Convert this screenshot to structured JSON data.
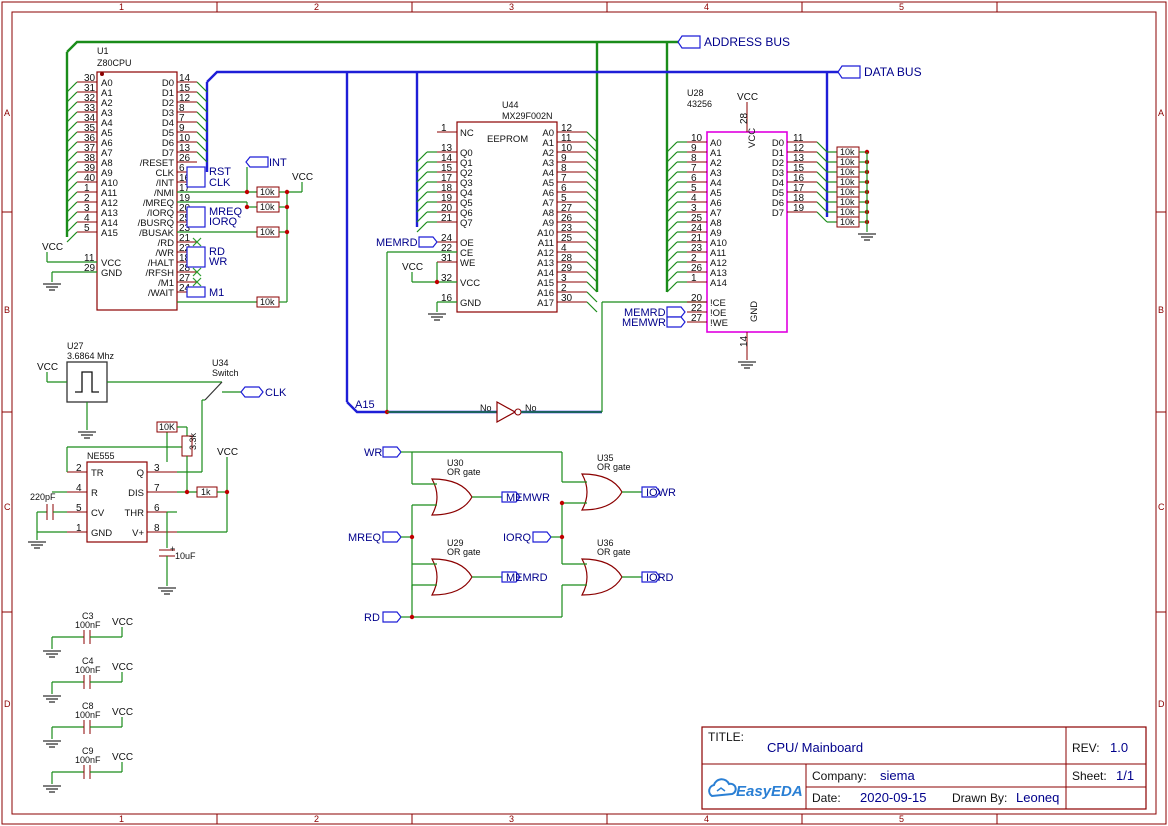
{
  "title_block": {
    "title_label": "TITLE:",
    "title": "CPU/ Mainboard",
    "rev_label": "REV:",
    "rev": "1.0",
    "company_label": "Company:",
    "company": "siema",
    "sheet_label": "Sheet:",
    "sheet": "1/1",
    "date_label": "Date:",
    "date": "2020-09-15",
    "drawn_label": "Drawn By:",
    "drawn_by": "Leoneq",
    "brand": "EasyEDA"
  },
  "rulers": {
    "columns": [
      "1",
      "2",
      "3",
      "4",
      "5"
    ],
    "rows": [
      "A",
      "B",
      "C",
      "D"
    ]
  },
  "buses": {
    "address": "ADDRESS BUS",
    "data": "DATA BUS"
  },
  "u1": {
    "ref": "U1",
    "part": "Z80CPU",
    "left_pins": [
      {
        "num": "30",
        "name": "A0"
      },
      {
        "num": "31",
        "name": "A1"
      },
      {
        "num": "32",
        "name": "A2"
      },
      {
        "num": "33",
        "name": "A3"
      },
      {
        "num": "34",
        "name": "A4"
      },
      {
        "num": "35",
        "name": "A5"
      },
      {
        "num": "36",
        "name": "A6"
      },
      {
        "num": "37",
        "name": "A7"
      },
      {
        "num": "38",
        "name": "A8"
      },
      {
        "num": "39",
        "name": "A9"
      },
      {
        "num": "40",
        "name": "A10"
      },
      {
        "num": "1",
        "name": "A11"
      },
      {
        "num": "2",
        "name": "A12"
      },
      {
        "num": "3",
        "name": "A13"
      },
      {
        "num": "4",
        "name": "A14"
      },
      {
        "num": "5",
        "name": "A15"
      }
    ],
    "power_pins": [
      {
        "num": "11",
        "name": "VCC"
      },
      {
        "num": "29",
        "name": "GND"
      }
    ],
    "right_pins": [
      {
        "num": "14",
        "name": "D0"
      },
      {
        "num": "15",
        "name": "D1"
      },
      {
        "num": "12",
        "name": "D2"
      },
      {
        "num": "8",
        "name": "D3"
      },
      {
        "num": "7",
        "name": "D4"
      },
      {
        "num": "9",
        "name": "D5"
      },
      {
        "num": "10",
        "name": "D6"
      },
      {
        "num": "13",
        "name": "D7"
      },
      {
        "num": "26",
        "name": "/RESET"
      },
      {
        "num": "6",
        "name": "CLK"
      },
      {
        "num": "16",
        "name": "/INT"
      },
      {
        "num": "17",
        "name": "/NMI"
      },
      {
        "num": "19",
        "name": "/MREQ"
      },
      {
        "num": "20",
        "name": "/IORQ"
      },
      {
        "num": "25",
        "name": "/BUSRQ"
      },
      {
        "num": "23",
        "name": "/BUSAK"
      },
      {
        "num": "21",
        "name": "/RD"
      },
      {
        "num": "22",
        "name": "/WR"
      },
      {
        "num": "18",
        "name": "/HALT"
      },
      {
        "num": "28",
        "name": "/RFSH"
      },
      {
        "num": "27",
        "name": "/M1"
      },
      {
        "num": "24",
        "name": "/WAIT"
      }
    ]
  },
  "u44": {
    "ref": "U44",
    "part": "MX29F002N",
    "inner": "EEPROM",
    "left_pins": [
      {
        "num": "1",
        "name": "NC"
      },
      {
        "num": "13",
        "name": "Q0"
      },
      {
        "num": "14",
        "name": "Q1"
      },
      {
        "num": "15",
        "name": "Q2"
      },
      {
        "num": "17",
        "name": "Q3"
      },
      {
        "num": "18",
        "name": "Q4"
      },
      {
        "num": "19",
        "name": "Q5"
      },
      {
        "num": "20",
        "name": "Q6"
      },
      {
        "num": "21",
        "name": "Q7"
      },
      {
        "num": "24",
        "name": "OE"
      },
      {
        "num": "22",
        "name": "CE"
      },
      {
        "num": "31",
        "name": "WE"
      },
      {
        "num": "32",
        "name": "VCC"
      },
      {
        "num": "16",
        "name": "GND"
      }
    ],
    "right_pins": [
      {
        "num": "12",
        "name": "A0"
      },
      {
        "num": "11",
        "name": "A1"
      },
      {
        "num": "10",
        "name": "A2"
      },
      {
        "num": "9",
        "name": "A3"
      },
      {
        "num": "8",
        "name": "A4"
      },
      {
        "num": "7",
        "name": "A5"
      },
      {
        "num": "6",
        "name": "A6"
      },
      {
        "num": "5",
        "name": "A7"
      },
      {
        "num": "27",
        "name": "A8"
      },
      {
        "num": "26",
        "name": "A9"
      },
      {
        "num": "23",
        "name": "A10"
      },
      {
        "num": "25",
        "name": "A11"
      },
      {
        "num": "4",
        "name": "A12"
      },
      {
        "num": "28",
        "name": "A13"
      },
      {
        "num": "29",
        "name": "A14"
      },
      {
        "num": "3",
        "name": "A15"
      },
      {
        "num": "2",
        "name": "A16"
      },
      {
        "num": "30",
        "name": "A17"
      }
    ]
  },
  "u28": {
    "ref": "U28",
    "part": "43256",
    "vcc_pin": "28",
    "gnd_pin": "14",
    "vcc_label": "VCC",
    "gnd_label": "GND",
    "left_pins": [
      {
        "num": "10",
        "name": "A0"
      },
      {
        "num": "9",
        "name": "A1"
      },
      {
        "num": "8",
        "name": "A2"
      },
      {
        "num": "7",
        "name": "A3"
      },
      {
        "num": "6",
        "name": "A4"
      },
      {
        "num": "5",
        "name": "A5"
      },
      {
        "num": "4",
        "name": "A6"
      },
      {
        "num": "3",
        "name": "A7"
      },
      {
        "num": "25",
        "name": "A8"
      },
      {
        "num": "24",
        "name": "A9"
      },
      {
        "num": "21",
        "name": "A10"
      },
      {
        "num": "23",
        "name": "A11"
      },
      {
        "num": "2",
        "name": "A12"
      },
      {
        "num": "26",
        "name": "A13"
      },
      {
        "num": "1",
        "name": "A14"
      },
      {
        "num": "20",
        "name": "!CE"
      },
      {
        "num": "22",
        "name": "!OE"
      },
      {
        "num": "27",
        "name": "!WE"
      }
    ],
    "right_pins": [
      {
        "num": "11",
        "name": "D0"
      },
      {
        "num": "12",
        "name": "D1"
      },
      {
        "num": "13",
        "name": "D2"
      },
      {
        "num": "15",
        "name": "D3"
      },
      {
        "num": "16",
        "name": "D4"
      },
      {
        "num": "17",
        "name": "D5"
      },
      {
        "num": "18",
        "name": "D6"
      },
      {
        "num": "19",
        "name": "D7"
      }
    ]
  },
  "nets": {
    "rst": "RST",
    "clk": "CLK",
    "int": "INT",
    "mreq": "MREQ",
    "iorq": "IORQ",
    "rd": "RD",
    "wr": "WR",
    "m1": "M1",
    "memrd": "MEMRD",
    "memwr": "MEMWR",
    "iowr": "IOWR",
    "iord": "IORD",
    "a15": "A15",
    "vcc": "VCC"
  },
  "resistors": {
    "pullup": "10k",
    "r_1k": "1k",
    "r_10k_555": "10K",
    "r_33k": "3.3k"
  },
  "u27": {
    "ref": "U27",
    "value": "3.6864 Mhz"
  },
  "u34": {
    "ref": "U34",
    "value": "Switch"
  },
  "ne555": {
    "part": "NE555",
    "pins": [
      {
        "num": "2",
        "name": "TR"
      },
      {
        "num": "4",
        "name": "R"
      },
      {
        "num": "5",
        "name": "CV"
      },
      {
        "num": "1",
        "name": "GND"
      },
      {
        "num": "3",
        "name": "Q"
      },
      {
        "num": "7",
        "name": "DIS"
      },
      {
        "num": "6",
        "name": "THR"
      },
      {
        "num": "8",
        "name": "V+"
      }
    ],
    "c_cv": "220pF",
    "c_timing": "10uF"
  },
  "inverter": {
    "in": "No",
    "out": "No"
  },
  "gates": [
    {
      "ref": "U30",
      "type": "OR gate",
      "out": "MEMWR"
    },
    {
      "ref": "U29",
      "type": "OR gate",
      "out": "MEMRD"
    },
    {
      "ref": "U35",
      "type": "OR gate",
      "out": "IOWR"
    },
    {
      "ref": "U36",
      "type": "OR gate",
      "out": "IORD"
    }
  ],
  "decoupling": [
    {
      "ref": "C3",
      "value": "100nF"
    },
    {
      "ref": "C4",
      "value": "100nF"
    },
    {
      "ref": "C8",
      "value": "100nF"
    },
    {
      "ref": "C9",
      "value": "100nF"
    }
  ]
}
